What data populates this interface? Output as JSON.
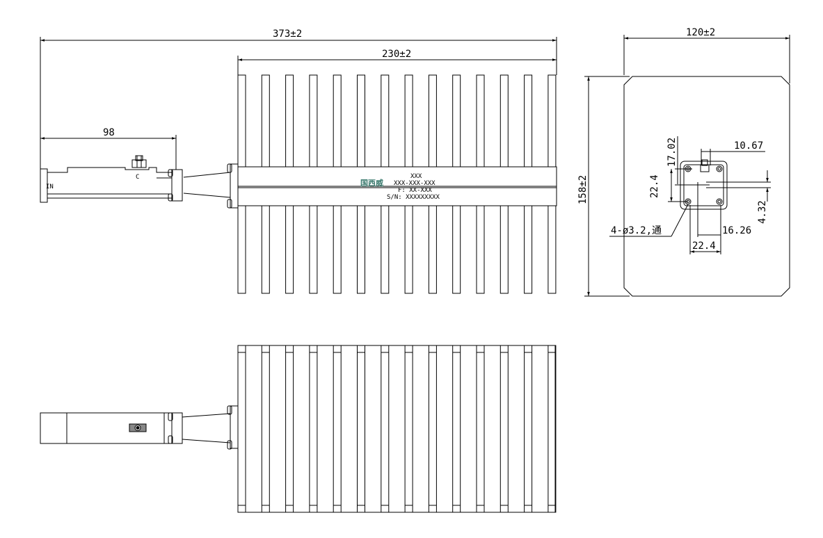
{
  "dimensions": {
    "overall_length": "373±2",
    "heatsink_length": "230±2",
    "input_length": "98",
    "width": "120±2",
    "height": "158±2",
    "flange_d1": "10.67",
    "flange_d2": "17.02",
    "flange_d3": "22.4",
    "flange_d4": "4.32",
    "flange_d5": "16.26",
    "flange_d6": "22.4",
    "hole_note": "4-ø3.2,通"
  },
  "labels": {
    "port_in": "IN",
    "port_c": "C",
    "logo": "国西威",
    "model_line1": "XXX",
    "model_line2": "XXX-XXX-XXX",
    "freq_line": "F: XX-XXX",
    "serial_line": "S/N: XXXXXXXXX"
  },
  "colors": {
    "line": "#000000",
    "logo": "#3b7a6e"
  }
}
